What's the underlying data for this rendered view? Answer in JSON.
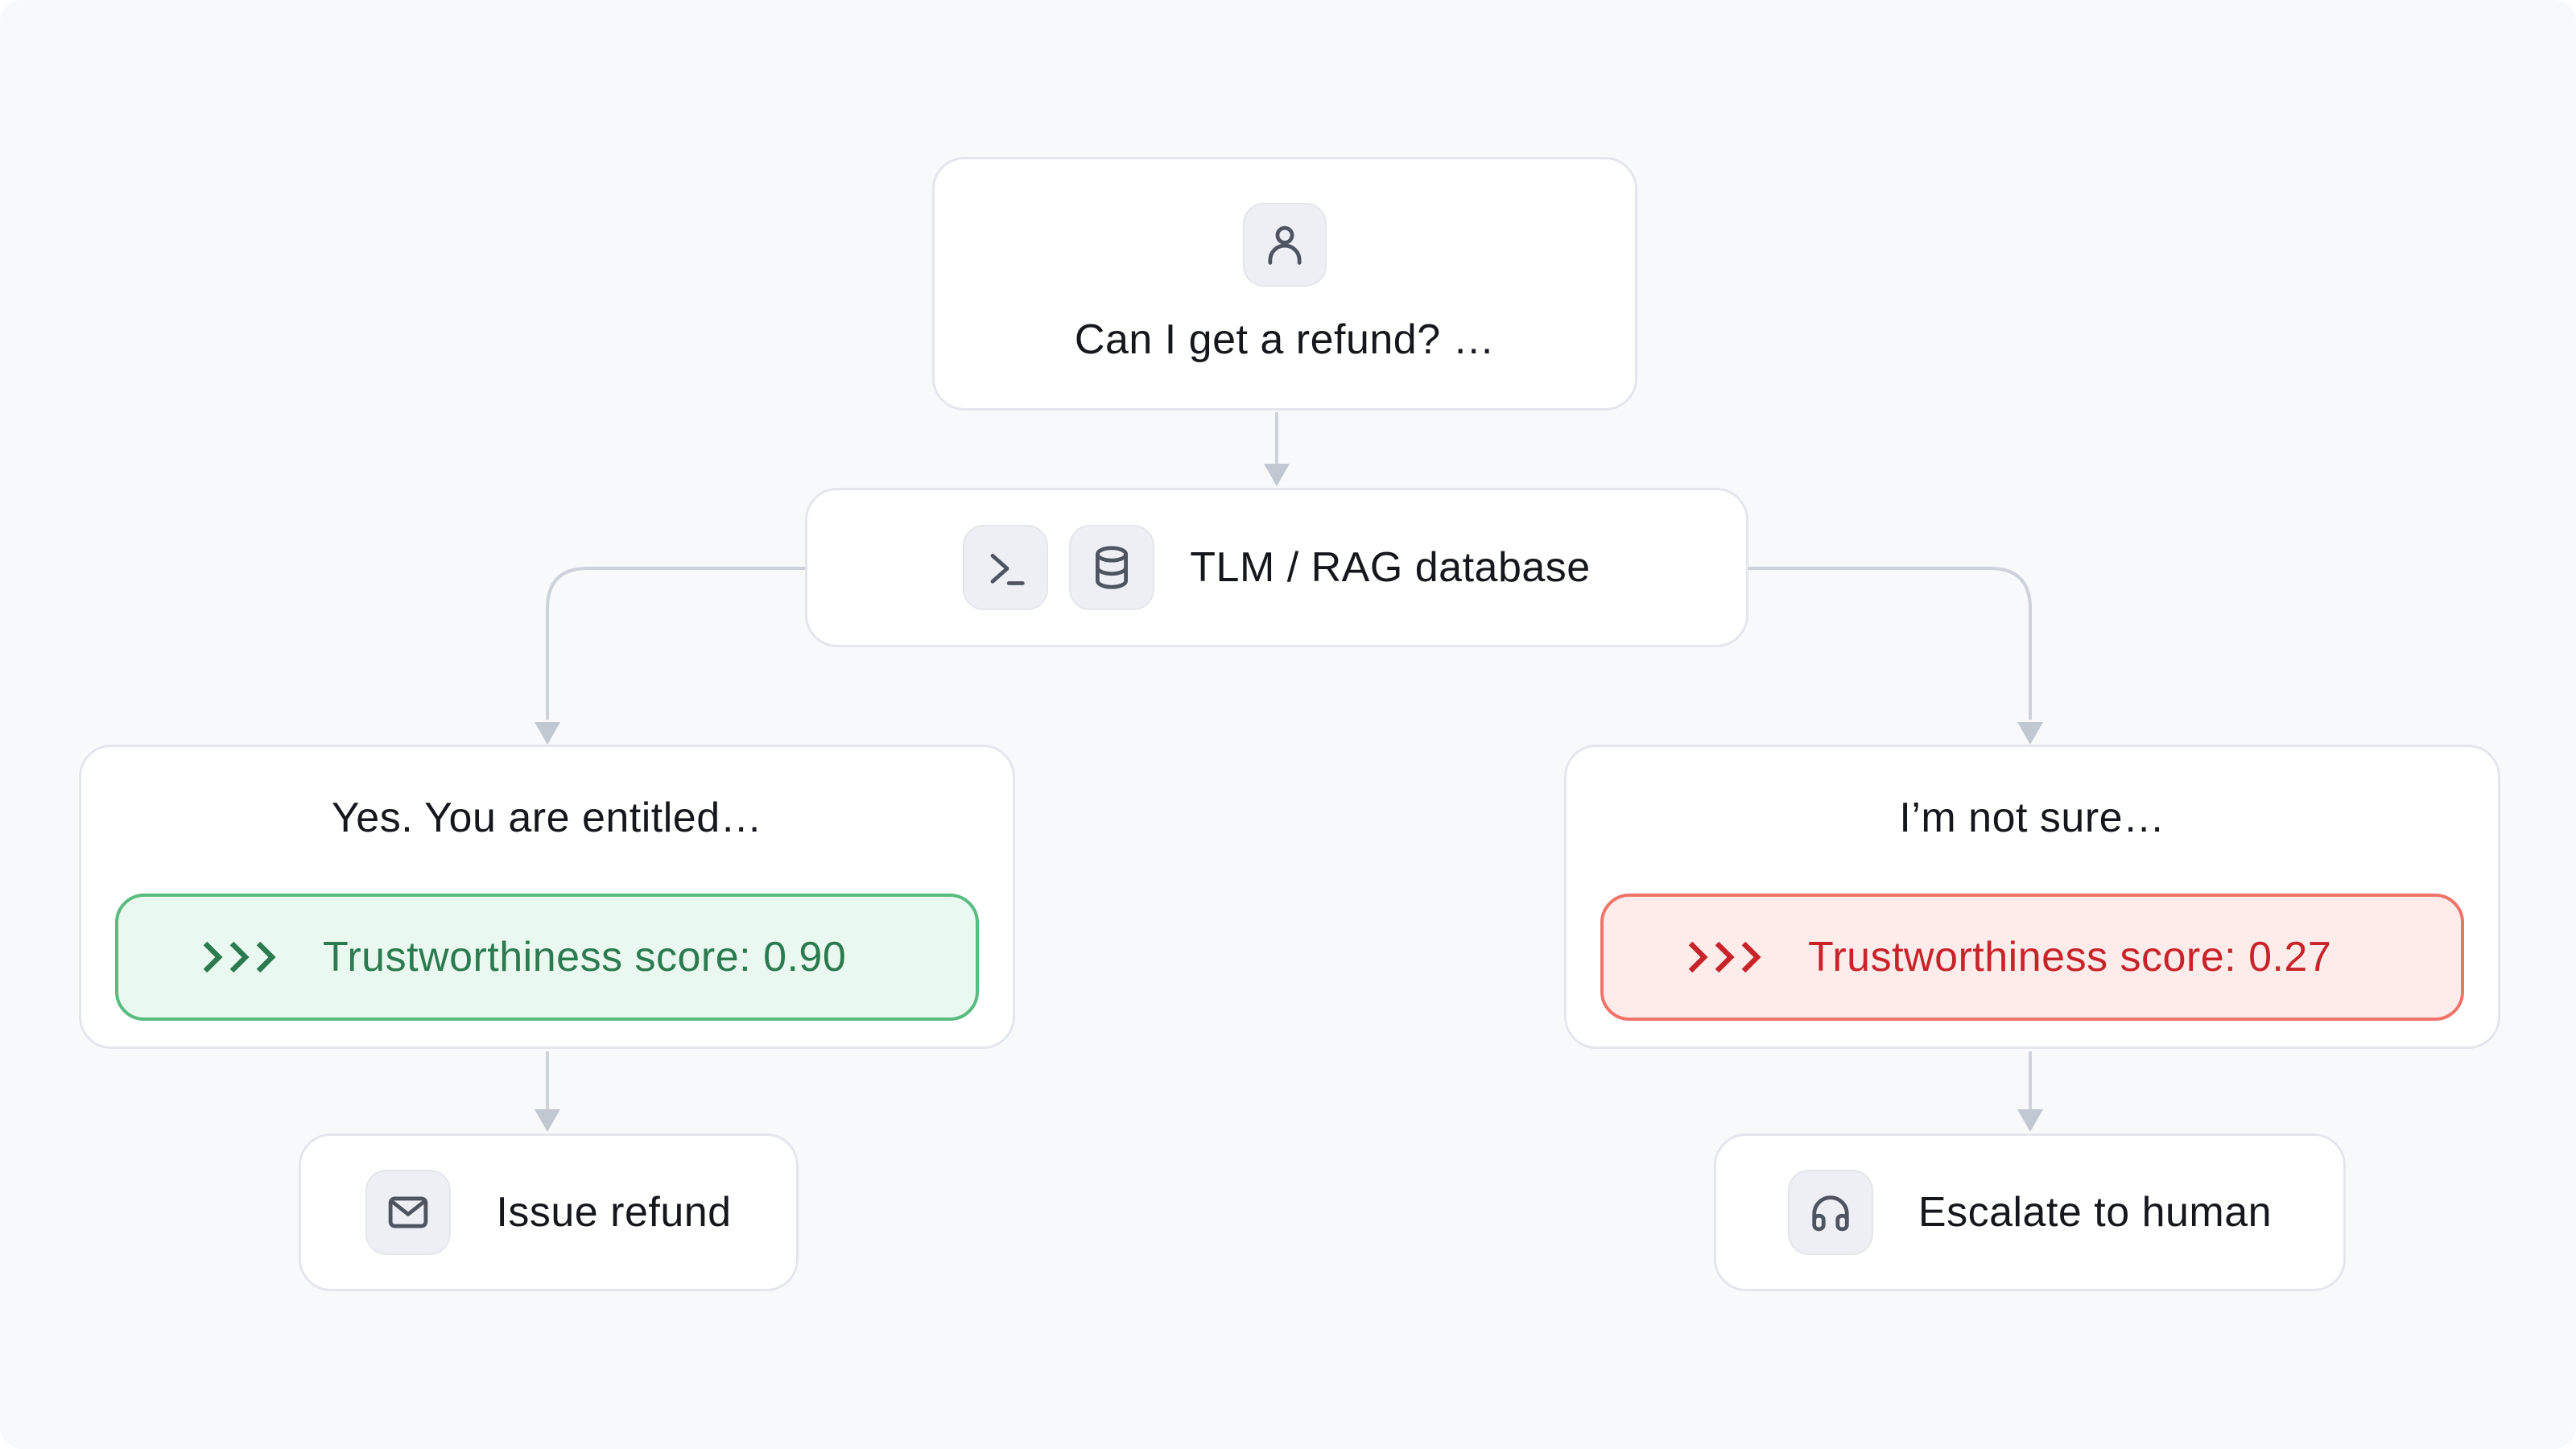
{
  "page": {
    "background": "#f7f9fb",
    "node_border_color": "#e3e6ec",
    "connector_color": "#cdd2db",
    "icon_color": "#4e5561"
  },
  "nodes": {
    "question": {
      "icon": "user-icon",
      "label": "Can I get a refund? …"
    },
    "tlm": {
      "icons": [
        "terminal-icon",
        "database-icon"
      ],
      "label": "TLM / RAG database"
    },
    "high_trust": {
      "label": "Yes. You are entitled…",
      "badge": {
        "chevrons": "›››",
        "text": "Trustworthiness score: 0.90",
        "score": 0.9,
        "text_color": "#2c7a50",
        "border_color": "#58bc80",
        "background": "#e9f9ef"
      }
    },
    "low_trust": {
      "label": "I’m not sure…",
      "badge": {
        "chevrons": "›››",
        "text": "Trustworthiness score: 0.27",
        "score": 0.27,
        "text_color": "#c9232a",
        "border_color": "#f0736a",
        "background": "#fdecea"
      }
    },
    "refund": {
      "icon": "mail-icon",
      "label": "Issue refund"
    },
    "escalate": {
      "icon": "headphones-icon",
      "label": "Escalate to human"
    }
  },
  "edges": [
    {
      "from": "question",
      "to": "tlm"
    },
    {
      "from": "tlm",
      "to": "high_trust"
    },
    {
      "from": "tlm",
      "to": "low_trust"
    },
    {
      "from": "high_trust",
      "to": "refund"
    },
    {
      "from": "low_trust",
      "to": "escalate"
    }
  ]
}
